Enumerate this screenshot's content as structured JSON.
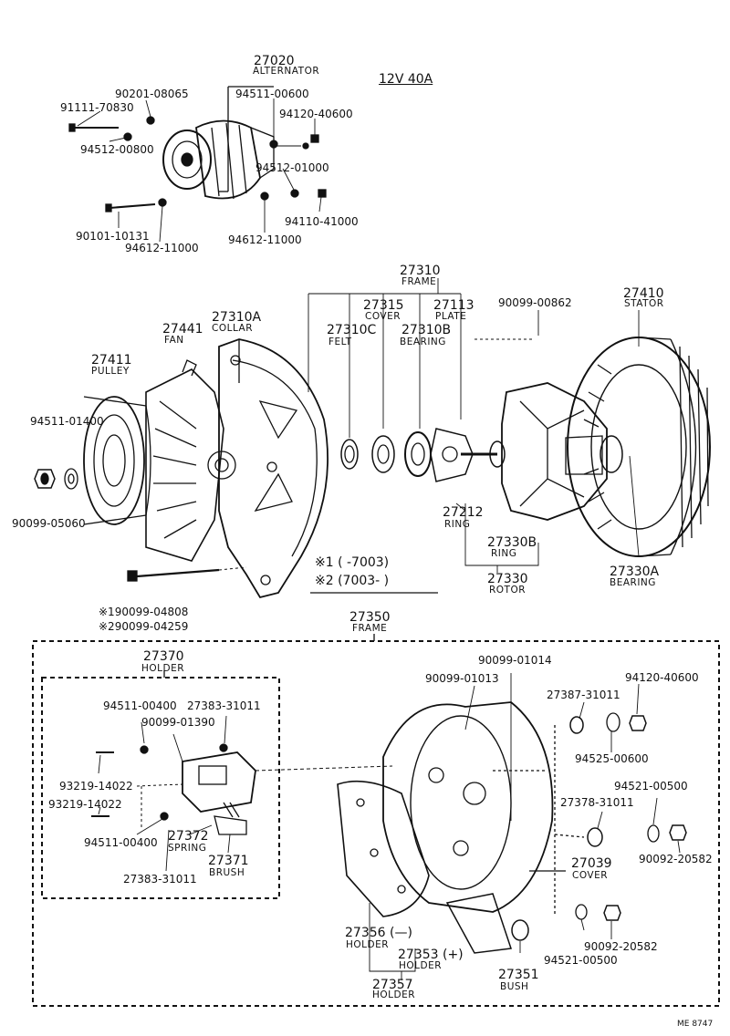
{
  "spec": "12V 40A",
  "footer_code": "ME 8747",
  "alternator": {
    "part": "27020",
    "name": "ALTERNATOR",
    "fasteners": [
      "90201-08065",
      "91111-70830",
      "94512-00800",
      "94511-00600",
      "94120-40600",
      "94512-01000",
      "94110-41000",
      "90101-10131",
      "94612-11000",
      "94612-11000"
    ]
  },
  "frame_group": {
    "frame": {
      "part": "27310",
      "name": "FRAME"
    },
    "collar": {
      "part": "27310A",
      "name": "COLLAR"
    },
    "fan": {
      "part": "27441",
      "name": "FAN"
    },
    "pulley": {
      "part": "27411",
      "name": "PULLEY"
    },
    "cover": {
      "part": "27315",
      "name": "COVER"
    },
    "plate": {
      "part": "27113",
      "name": "PLATE"
    },
    "felt": {
      "part": "27310C",
      "name": "FELT"
    },
    "bearing": {
      "part": "27310B",
      "name": "BEARING"
    },
    "screw": "90099-00862",
    "stator": {
      "part": "27410",
      "name": "STATOR"
    },
    "washer": "94511-01400",
    "nut": "90099-05060",
    "ring": {
      "part": "27212",
      "name": "RING"
    },
    "ring_b": {
      "part": "27330B",
      "name": "RING"
    },
    "rotor": {
      "part": "27330",
      "name": "ROTOR"
    },
    "bearing_a": {
      "part": "27330A",
      "name": "BEARING"
    },
    "note1": "※1 (      -7003)",
    "note2": "※2 (7003-        )",
    "bolt1": "※190099-04808",
    "bolt2": "※290099-04259"
  },
  "rear_group": {
    "frame": {
      "part": "27350",
      "name": "FRAME"
    },
    "holder": {
      "part": "27370",
      "name": "HOLDER"
    },
    "parts": [
      "94511-00400",
      "27383-31011",
      "90099-01390",
      "93219-14022",
      "93219-14022",
      "94511-00400",
      "27383-31011",
      "90099-01014",
      "90099-01013",
      "27387-31011",
      "94120-40600",
      "94525-00600",
      "94521-00500",
      "27378-31011",
      "90092-20582",
      "90092-20582",
      "94521-00500"
    ],
    "spring": {
      "part": "27372",
      "name": "SPRING"
    },
    "brush": {
      "part": "27371",
      "name": "BRUSH"
    },
    "cover": {
      "part": "27039",
      "name": "COVER"
    },
    "holder_minus": {
      "part": "27356 (—)",
      "name": "HOLDER"
    },
    "holder_plus": {
      "part": "27353 (+)",
      "name": "HOLDER"
    },
    "holder_set": {
      "part": "27357",
      "name": "HOLDER"
    },
    "bush": {
      "part": "27351",
      "name": "BUSH"
    }
  }
}
